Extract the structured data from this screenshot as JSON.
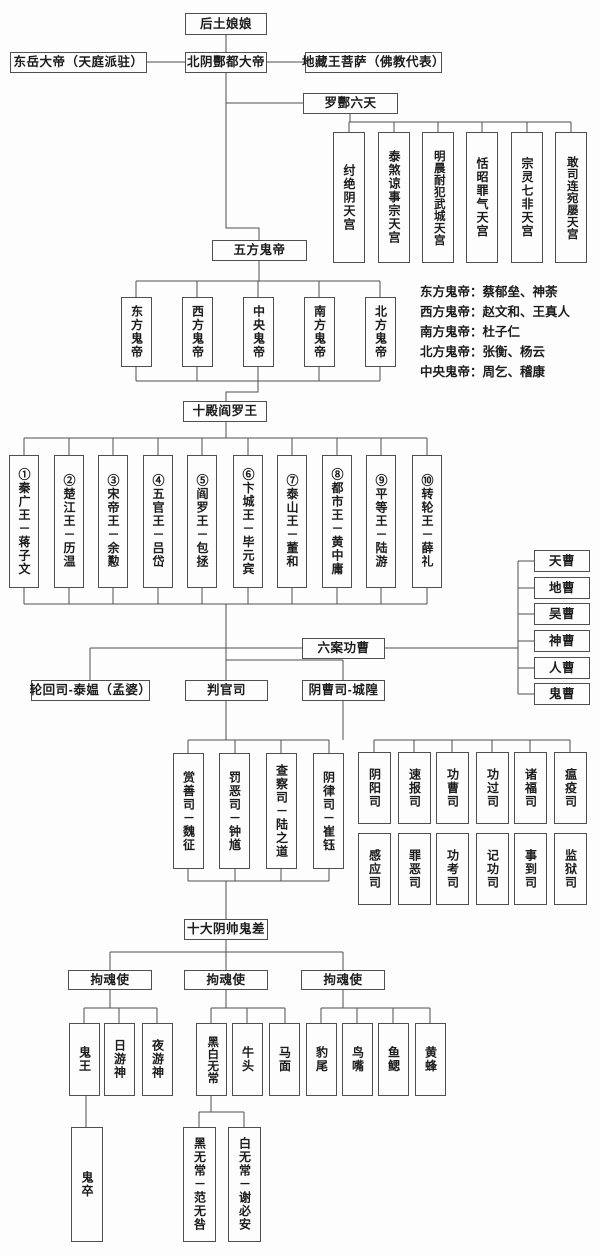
{
  "root": {
    "label": "后土娘娘"
  },
  "tier2": {
    "left": "东岳大帝（天庭派驻）",
    "center": "北阴酆都大帝",
    "right": "地藏王菩萨（佛教代表）"
  },
  "luofeng": {
    "header": "罗酆六天",
    "palaces": [
      "纣绝阴天宫",
      "泰煞谅事宗天宫",
      "明晨耐犯武城天宫",
      "恬昭罪气天宫",
      "宗灵七非天宫",
      "敢司连宛屡天宫"
    ]
  },
  "five_emperors": {
    "header": "五方鬼帝",
    "items": [
      "东方鬼帝",
      "西方鬼帝",
      "中央鬼帝",
      "南方鬼帝",
      "北方鬼帝"
    ],
    "note_lines": [
      "东方鬼帝：蔡郁垒、神荼",
      "西方鬼帝：赵文和、王真人",
      "南方鬼帝：杜子仁",
      "北方鬼帝：张衡、杨云",
      "中央鬼帝：周乞、稽康"
    ]
  },
  "ten_kings": {
    "header": "十殿阎罗王",
    "items": [
      "①秦广王－蒋子文",
      "②楚江王－历温",
      "③宋帝王－余懃",
      "④五官王－吕岱",
      "⑤阎罗王－包拯",
      "⑥卞城王－毕元宾",
      "⑦泰山王－董和",
      "⑧都市王－黄中庸",
      "⑨平等王－陆游",
      "⑩转轮王－薛礼"
    ]
  },
  "six_cao": {
    "header": "六案功曹",
    "items": [
      "天曹",
      "地曹",
      "吴曹",
      "神曹",
      "人曹",
      "鬼曹"
    ]
  },
  "departments": {
    "reincarnation": "轮回司-泰媪（孟婆）",
    "judges": "判官司",
    "city_god": "阴曹司-城隍"
  },
  "judge_offices": [
    "赏善司－魏征",
    "罚恶司－钟馗",
    "查察司－陆之道",
    "阴律司－崔钰"
  ],
  "city_god_offices": {
    "row1": [
      "阴阳司",
      "速报司",
      "功曹司",
      "功过司",
      "诸福司",
      "瘟疫司"
    ],
    "row2": [
      "感应司",
      "罪恶司",
      "功考司",
      "记功司",
      "事到司",
      "监狱司"
    ]
  },
  "marshals": {
    "header": "十大阴帅鬼差",
    "captains": [
      "拘魂使",
      "拘魂使",
      "拘魂使"
    ],
    "group1": [
      "鬼王",
      "日游神",
      "夜游神"
    ],
    "group2": [
      "黑白无常",
      "牛头",
      "马面"
    ],
    "group3": [
      "豹尾",
      "鸟嘴",
      "鱼鳃",
      "黄蜂"
    ],
    "subordinates": [
      "鬼卒",
      "黑无常－范无咎",
      "白无常－谢必安"
    ]
  },
  "colors": {
    "line": "#4f4f4f",
    "text": "#1c1c1c",
    "background": "#fdfdfd"
  }
}
